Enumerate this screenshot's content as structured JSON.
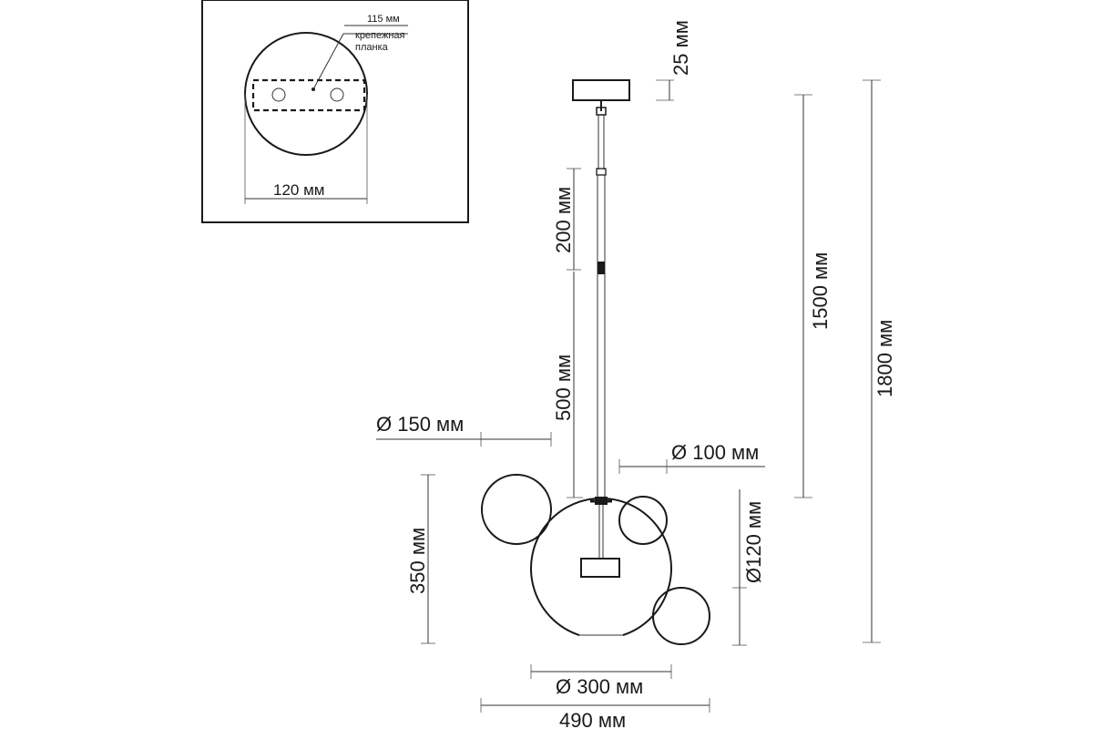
{
  "mount_detail": {
    "plate_label_line1": "крепежная",
    "plate_label_line2": "планка",
    "plate_length": "115 мм",
    "canopy_diameter": "120 мм"
  },
  "dimensions": {
    "canopy_height": "25 мм",
    "rod_upper": "200 мм",
    "rod_lower": "500 мм",
    "total_to_shade_top": "1500 мм",
    "total_height": "1800 мм",
    "small_sphere_diameter": "Ø 150 мм",
    "tiny_sphere_diameter": "Ø 100 мм",
    "side_sphere_diameter": "Ø120 мм",
    "shade_height": "350 мм",
    "main_sphere_diameter": "Ø 300 мм",
    "total_width": "490 мм"
  }
}
